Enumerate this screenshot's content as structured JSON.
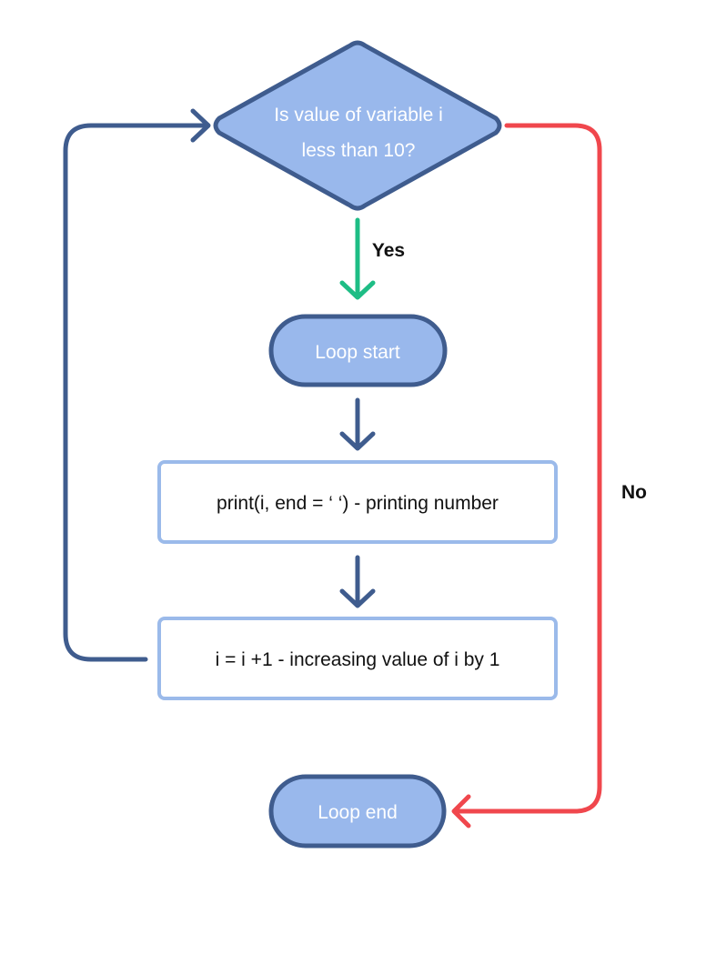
{
  "flowchart": {
    "decision": {
      "line1": "Is value of variable i",
      "line2": "less than 10?"
    },
    "yes_label": "Yes",
    "no_label": "No",
    "loop_start": "Loop start",
    "print_step": "print(i, end = ‘ ‘) - printing number",
    "increment_step": "i = i +1 - increasing value of i by 1",
    "loop_end": "Loop end"
  },
  "colors": {
    "shape_fill": "#99b8ec",
    "shape_stroke": "#3f5c8e",
    "box_stroke": "#9bbaea",
    "flow_arrow": "#3f5c8e",
    "yes_arrow": "#1ebd85",
    "no_arrow": "#f0474d",
    "shape_text": "#ffffff",
    "box_text": "#111111"
  }
}
